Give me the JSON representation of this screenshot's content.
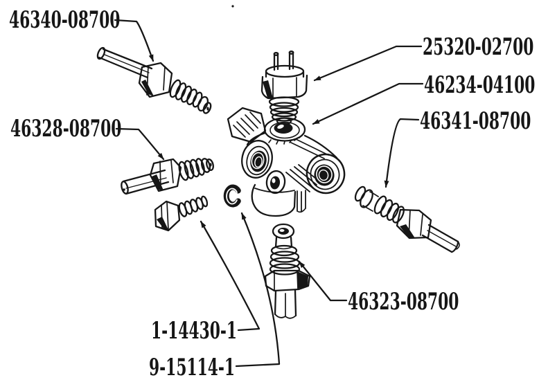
{
  "diagram": {
    "type": "exploded-parts-diagram",
    "colors": {
      "ink": "#161616",
      "background": "#ffffff"
    },
    "parts": [
      {
        "part_number": "46340-08700"
      },
      {
        "part_number": "46328-08700"
      },
      {
        "part_number": "25320-02700"
      },
      {
        "part_number": "46234-04100"
      },
      {
        "part_number": "46341-08700"
      },
      {
        "part_number": "46323-08700"
      },
      {
        "part_number": "1-14430-1"
      },
      {
        "part_number": "9-15114-1"
      }
    ]
  }
}
